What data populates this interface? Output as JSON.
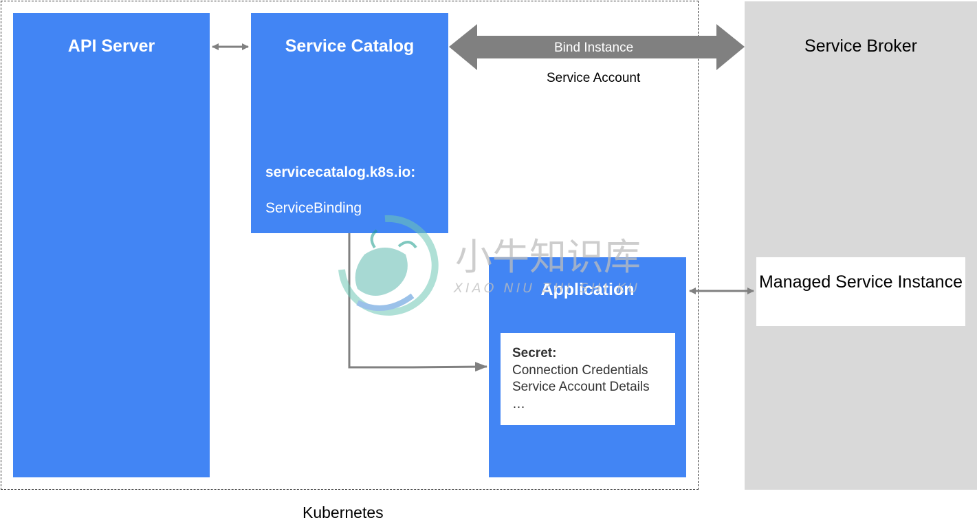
{
  "frame": {
    "label": "Kubernetes"
  },
  "api_server": {
    "title": "API Server"
  },
  "service_catalog": {
    "title": "Service Catalog",
    "api_group": "servicecatalog.k8s.io:",
    "resource": "ServiceBinding"
  },
  "application": {
    "title": "Application",
    "secret": {
      "title": "Secret:",
      "lines": [
        "Connection Credentials",
        "Service Account Details",
        "…"
      ]
    }
  },
  "service_broker": {
    "title": "Service Broker",
    "managed_instance": "Managed Service Instance"
  },
  "bind_arrow": {
    "label": "Bind Instance",
    "sublabel": "Service Account"
  },
  "watermark": {
    "text_cn": "小牛知识库",
    "text_en": "XIAO NIU ZHI SHI KU"
  },
  "colors": {
    "primary_box": "#4285f4",
    "broker_bg": "#d9d9d9",
    "arrow": "#808080",
    "watermark_teal": "#1a9c8c"
  }
}
